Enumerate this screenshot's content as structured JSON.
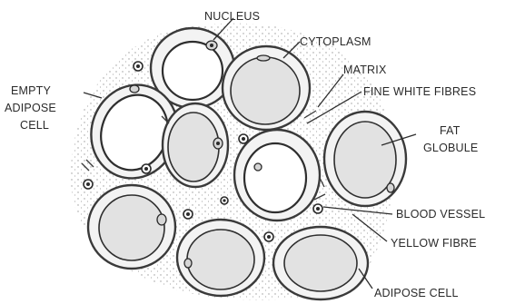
{
  "labels": {
    "nucleus": "NUCLEUS",
    "cytoplasm": "CYTOPLASM",
    "matrix": "MATRIX",
    "fine_white_fibres": "FINE WHITE FIBRES",
    "empty_adipose_cell": [
      "EMPTY",
      "ADIPOSE",
      "CELL"
    ],
    "fat_globule": [
      "FAT",
      "GLOBULE"
    ],
    "blood_vessel": "BLOOD VESSEL",
    "yellow_fibre": "YELLOW FIBRE",
    "adipose_cell": "ADIPOSE CELL"
  }
}
